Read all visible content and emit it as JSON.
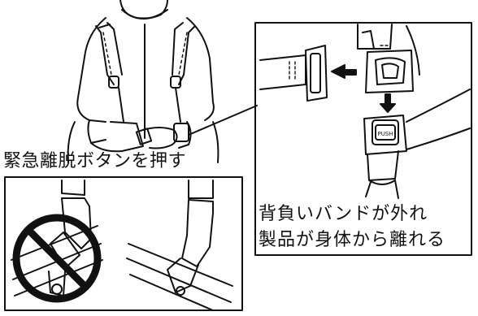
{
  "labels": {
    "press_button": "緊急離脱ボタンを押す",
    "release_line1": "背負いバンドが外れ",
    "release_line2": "製品が身体から離れる",
    "push_button_text": "PUSH"
  },
  "icons": {
    "prohibited": "prohibition-icon",
    "direction_left": "arrow-left-icon",
    "direction_down": "arrow-down-icon"
  },
  "colors": {
    "stroke": "#111111",
    "background": "#ffffff"
  }
}
